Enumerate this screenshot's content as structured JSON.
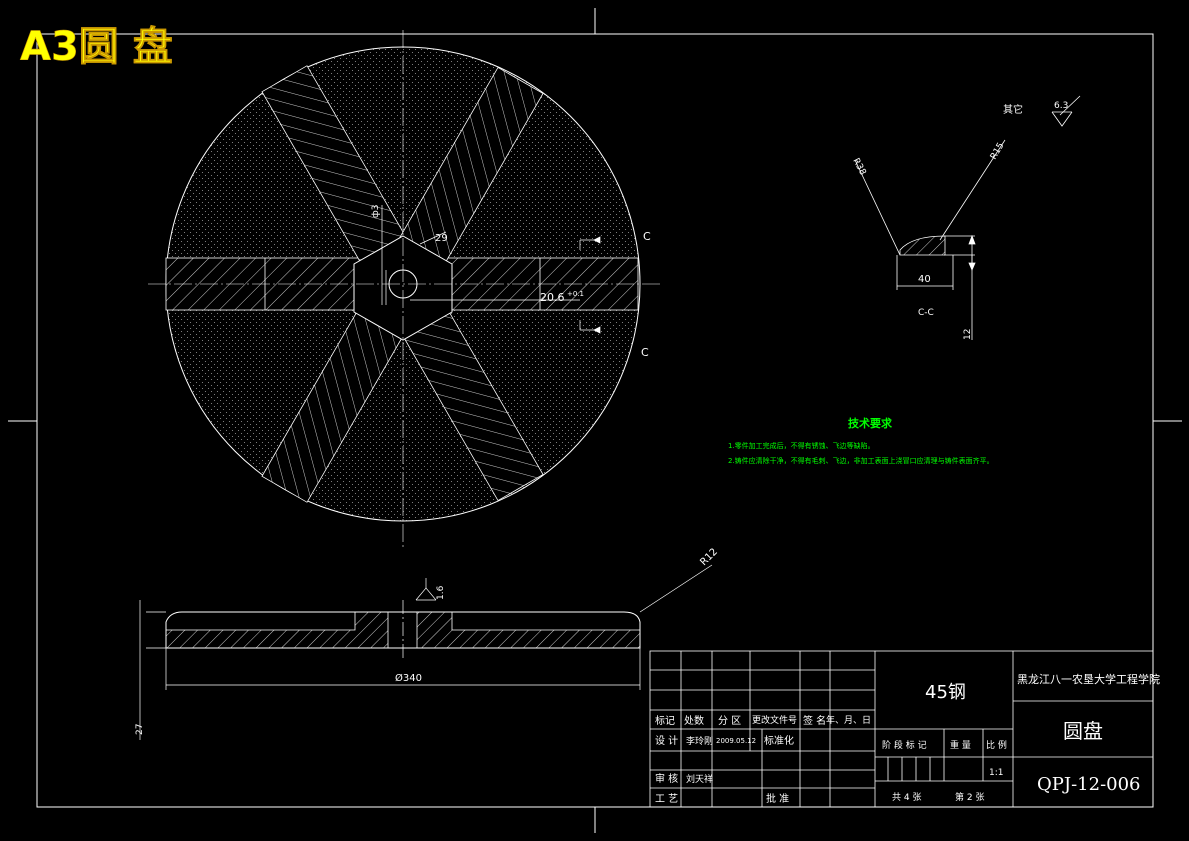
{
  "sheet": {
    "title": "A3圆 盘",
    "title_color": "#ffff00"
  },
  "front_view": {
    "dim_height": "ф3",
    "dim_hex": "29",
    "dim_bore": "20.6",
    "dim_bore_tol": "+0.1",
    "section_mark_top": "C",
    "section_mark_bottom": "C"
  },
  "section_detail": {
    "roughness_label": "其它",
    "roughness_value": "6.3",
    "radius_left": "R38",
    "radius_right": "R15",
    "width": "40",
    "view_label": "C-C",
    "height": "12"
  },
  "side_view": {
    "radius": "R12",
    "roughness": "1.6",
    "diameter": "Ø340",
    "thickness": "27"
  },
  "notes": {
    "heading": "技术要求",
    "line1": "1.零件加工完成后，不得有锈蚀、飞边等缺陷。",
    "line2": "2.铸件应清除干净，不得有毛刺、飞边，非加工表面上浇冒口应清理与铸件表面齐平。",
    "color": "#00ff00"
  },
  "title_block": {
    "material": "45钢",
    "school": "黑龙江八一农垦大学工程学院",
    "part_name": "圆盘",
    "drawing_no": "QPJ-12-006",
    "scale": "1:1",
    "hdr_mark": "标记",
    "hdr_count": "处数",
    "hdr_zone": "分 区",
    "hdr_doc": "更改文件号",
    "hdr_sign": "签 名",
    "hdr_date": "年、月、日",
    "design_label": "设 计",
    "designer": "李玲刚",
    "design_date": "2009.05.12",
    "standard": "标准化",
    "review_label": "审 核",
    "reviewer": "刘天祥",
    "process_label": "工 艺",
    "approve_label": "批 准",
    "stage_label": "阶 段 标 记",
    "weight_label": "重 量",
    "scale_label": "比 例",
    "sheets_total": "共 4  张",
    "sheet_no": "第  2 张"
  }
}
